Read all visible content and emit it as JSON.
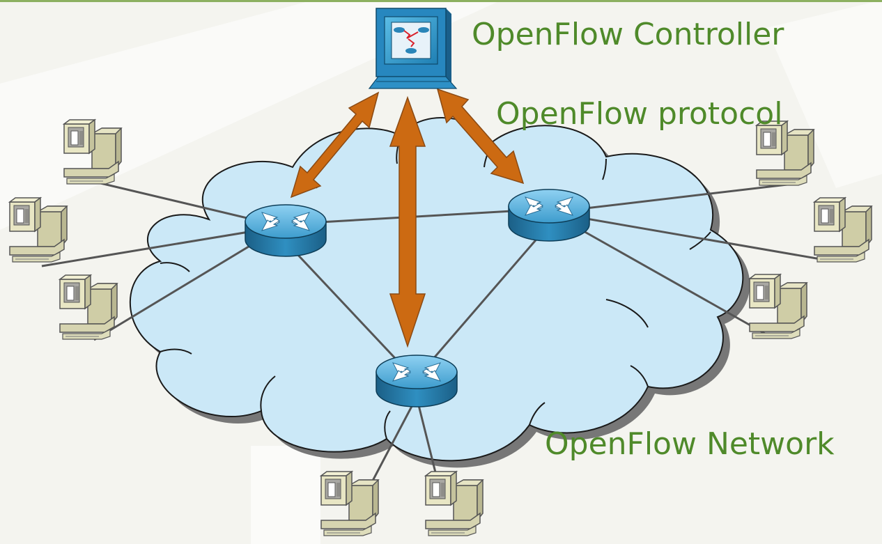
{
  "labels": {
    "controller": "OpenFlow Controller",
    "protocol": "OpenFlow protocol",
    "network": "OpenFlow Network"
  },
  "colors": {
    "label_text": "#4f8a2a",
    "arrow": "#cc6a12",
    "cloud_fill": "#cbe8f7",
    "cloud_stroke": "#1a1a1a",
    "router": "#2a85b8",
    "link": "#555555",
    "top_bar": "#8cb060",
    "host_beige": "#e8e6c4"
  },
  "icons": {
    "controller": "controller-workstation-icon",
    "router": "router-icon",
    "host": "desktop-host-icon"
  }
}
